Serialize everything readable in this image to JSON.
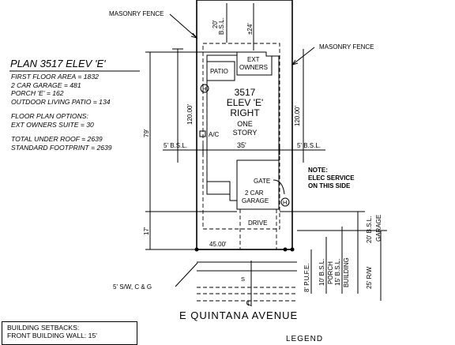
{
  "labels": {
    "masonry_fence_left": "MASONRY FENCE",
    "masonry_fence_right": "MASONRY FENCE",
    "bsl_top_value": "20'",
    "bsl_top_unit": "B.S.L.",
    "dim_24": "±24'",
    "patio": "PATIO",
    "ext_owners_line1": "EXT",
    "ext_owners_line2": "OWNERS",
    "house_line1": "3517",
    "house_line2": "ELEV 'E'",
    "house_line3": "RIGHT",
    "house_line4": "ONE",
    "house_line5": "STORY",
    "ac": "A/C",
    "dim_120_left": "120.00'",
    "dim_120_right": "120.00'",
    "dim_79": "79'",
    "dim_17": "17'",
    "bsl_left": "5' B.S.L.",
    "bsl_right": "5' B.S.L.",
    "dim_35": "35'",
    "dim_45": "45.00'",
    "gate": "GATE",
    "garage_line1": "2 CAR",
    "garage_line2": "GARAGE",
    "drive": "DRIVE",
    "h_marker": "H",
    "note_line1": "NOTE:",
    "note_line2": "ELEC SERVICE",
    "note_line3": "ON THIS SIDE",
    "sidewalk": "5' S/W, C & G",
    "pufe": "8' P.U.F.E.",
    "bsl_porch_v": "10' B.S.L.",
    "porch_v": "PORCH",
    "bsl_building_v": "15' B.S.L.",
    "building_v": "BUILDING",
    "bsl_garage_v": "20' B.S.L.",
    "garage_v": "GARAGE",
    "row_v": "25' R/W",
    "s_marker": "S",
    "centerline": "℄"
  },
  "plan_info": {
    "title": "PLAN 3517 ELEV 'E'",
    "first_floor": "FIRST FLOOR AREA = 1832",
    "garage": "2 CAR GARAGE = 481",
    "porch": "PORCH 'E' = 162",
    "patio": "OUTDOOR LIVING PATIO = 134",
    "options_heading": "FLOOR PLAN OPTIONS:",
    "ext_suite": "EXT OWNERS SUITE = 30",
    "total_roof": "TOTAL UNDER ROOF = 2639",
    "footprint": "STANDARD FOOTPRINT = 2639"
  },
  "setbacks": {
    "heading": "BUILDING SETBACKS:",
    "front_wall": "FRONT BUILDING WALL: 15'"
  },
  "street_name": "E  QUINTANA  AVENUE",
  "legend_label": "LEGEND"
}
